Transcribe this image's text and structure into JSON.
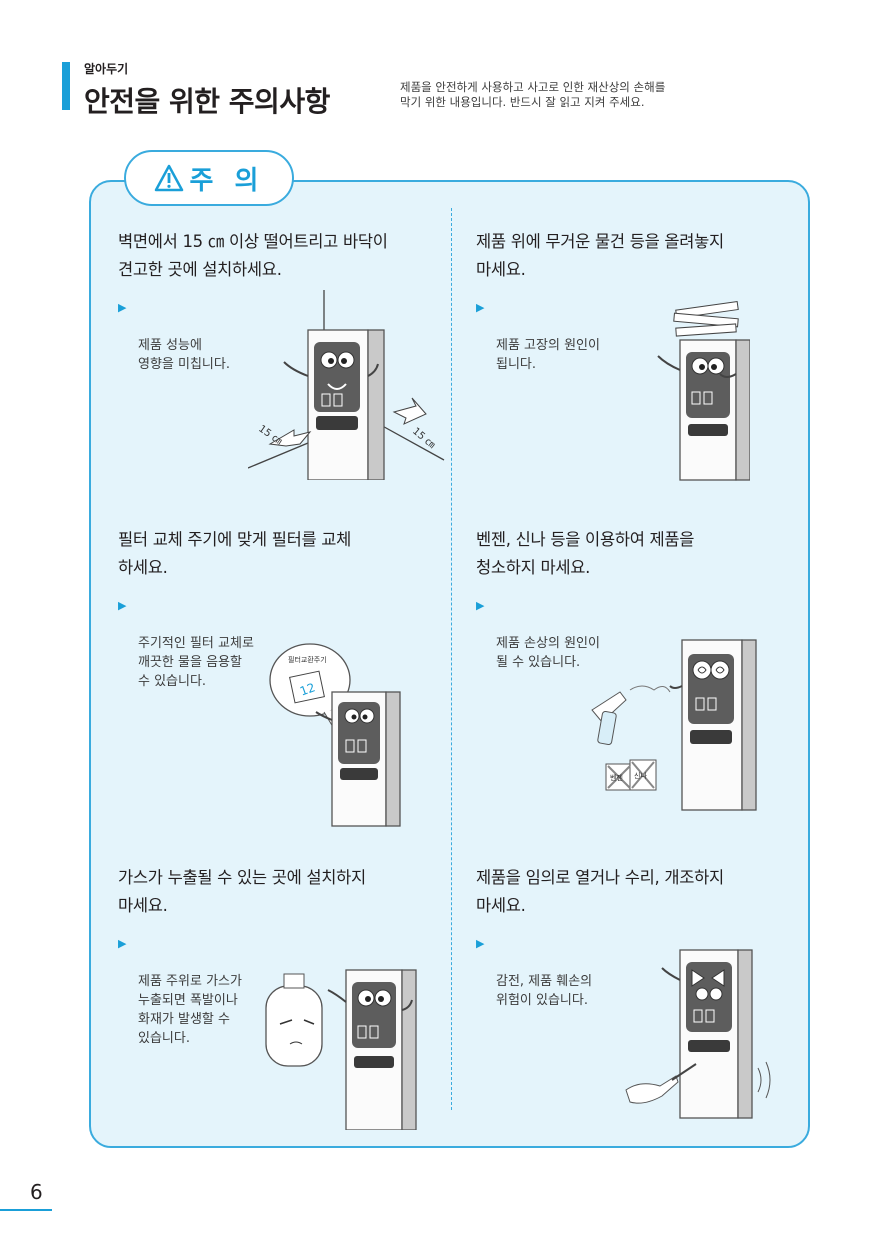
{
  "header": {
    "small_label": "알아두기",
    "title": "안전을 위한 주의사항",
    "description": "제품을 안전하게 사용하고 사고로 인한 재산상의 손해를\n막기 위한 내용입니다. 반드시 잘 읽고 지켜 주세요."
  },
  "caution": {
    "label": "주 의",
    "icon": "warning-triangle-icon"
  },
  "items": [
    {
      "title": "벽면에서 15 ㎝ 이상 떨어트리고 바닥이\n견고한 곳에 설치하세요.",
      "bullet": "제품 성능에\n영향을 미칩니다.",
      "illustration_labels": [
        "15 ㎝",
        "15 ㎝"
      ]
    },
    {
      "title": "제품 위에 무거운 물건 등을 올려놓지\n마세요.",
      "bullet": "제품 고장의 원인이\n됩니다."
    },
    {
      "title": "필터 교체 주기에 맞게 필터를 교체\n하세요.",
      "bullet": "주기적인 필터 교체로\n깨끗한 물을 음용할\n수 있습니다.",
      "illustration_labels": [
        "필터교환주기",
        "12"
      ]
    },
    {
      "title": "벤젠, 신나 등을 이용하여 제품을\n청소하지 마세요.",
      "bullet": "제품 손상의 원인이\n될 수 있습니다.",
      "illustration_labels": [
        "벤젠",
        "신나"
      ]
    },
    {
      "title": "가스가 누출될 수 있는 곳에 설치하지\n마세요.",
      "bullet": "제품 주위로 가스가\n누출되면 폭발이나\n화재가 발생할 수\n있습니다."
    },
    {
      "title": "제품을 임의로 열거나 수리, 개조하지\n마세요.",
      "bullet": "감전, 제품 훼손의\n위험이 있습니다."
    }
  ],
  "footer": {
    "page_number": "6"
  },
  "colors": {
    "accent": "#1a9fd8",
    "box_background": "#e4f4fb",
    "box_border": "#3aabde"
  }
}
